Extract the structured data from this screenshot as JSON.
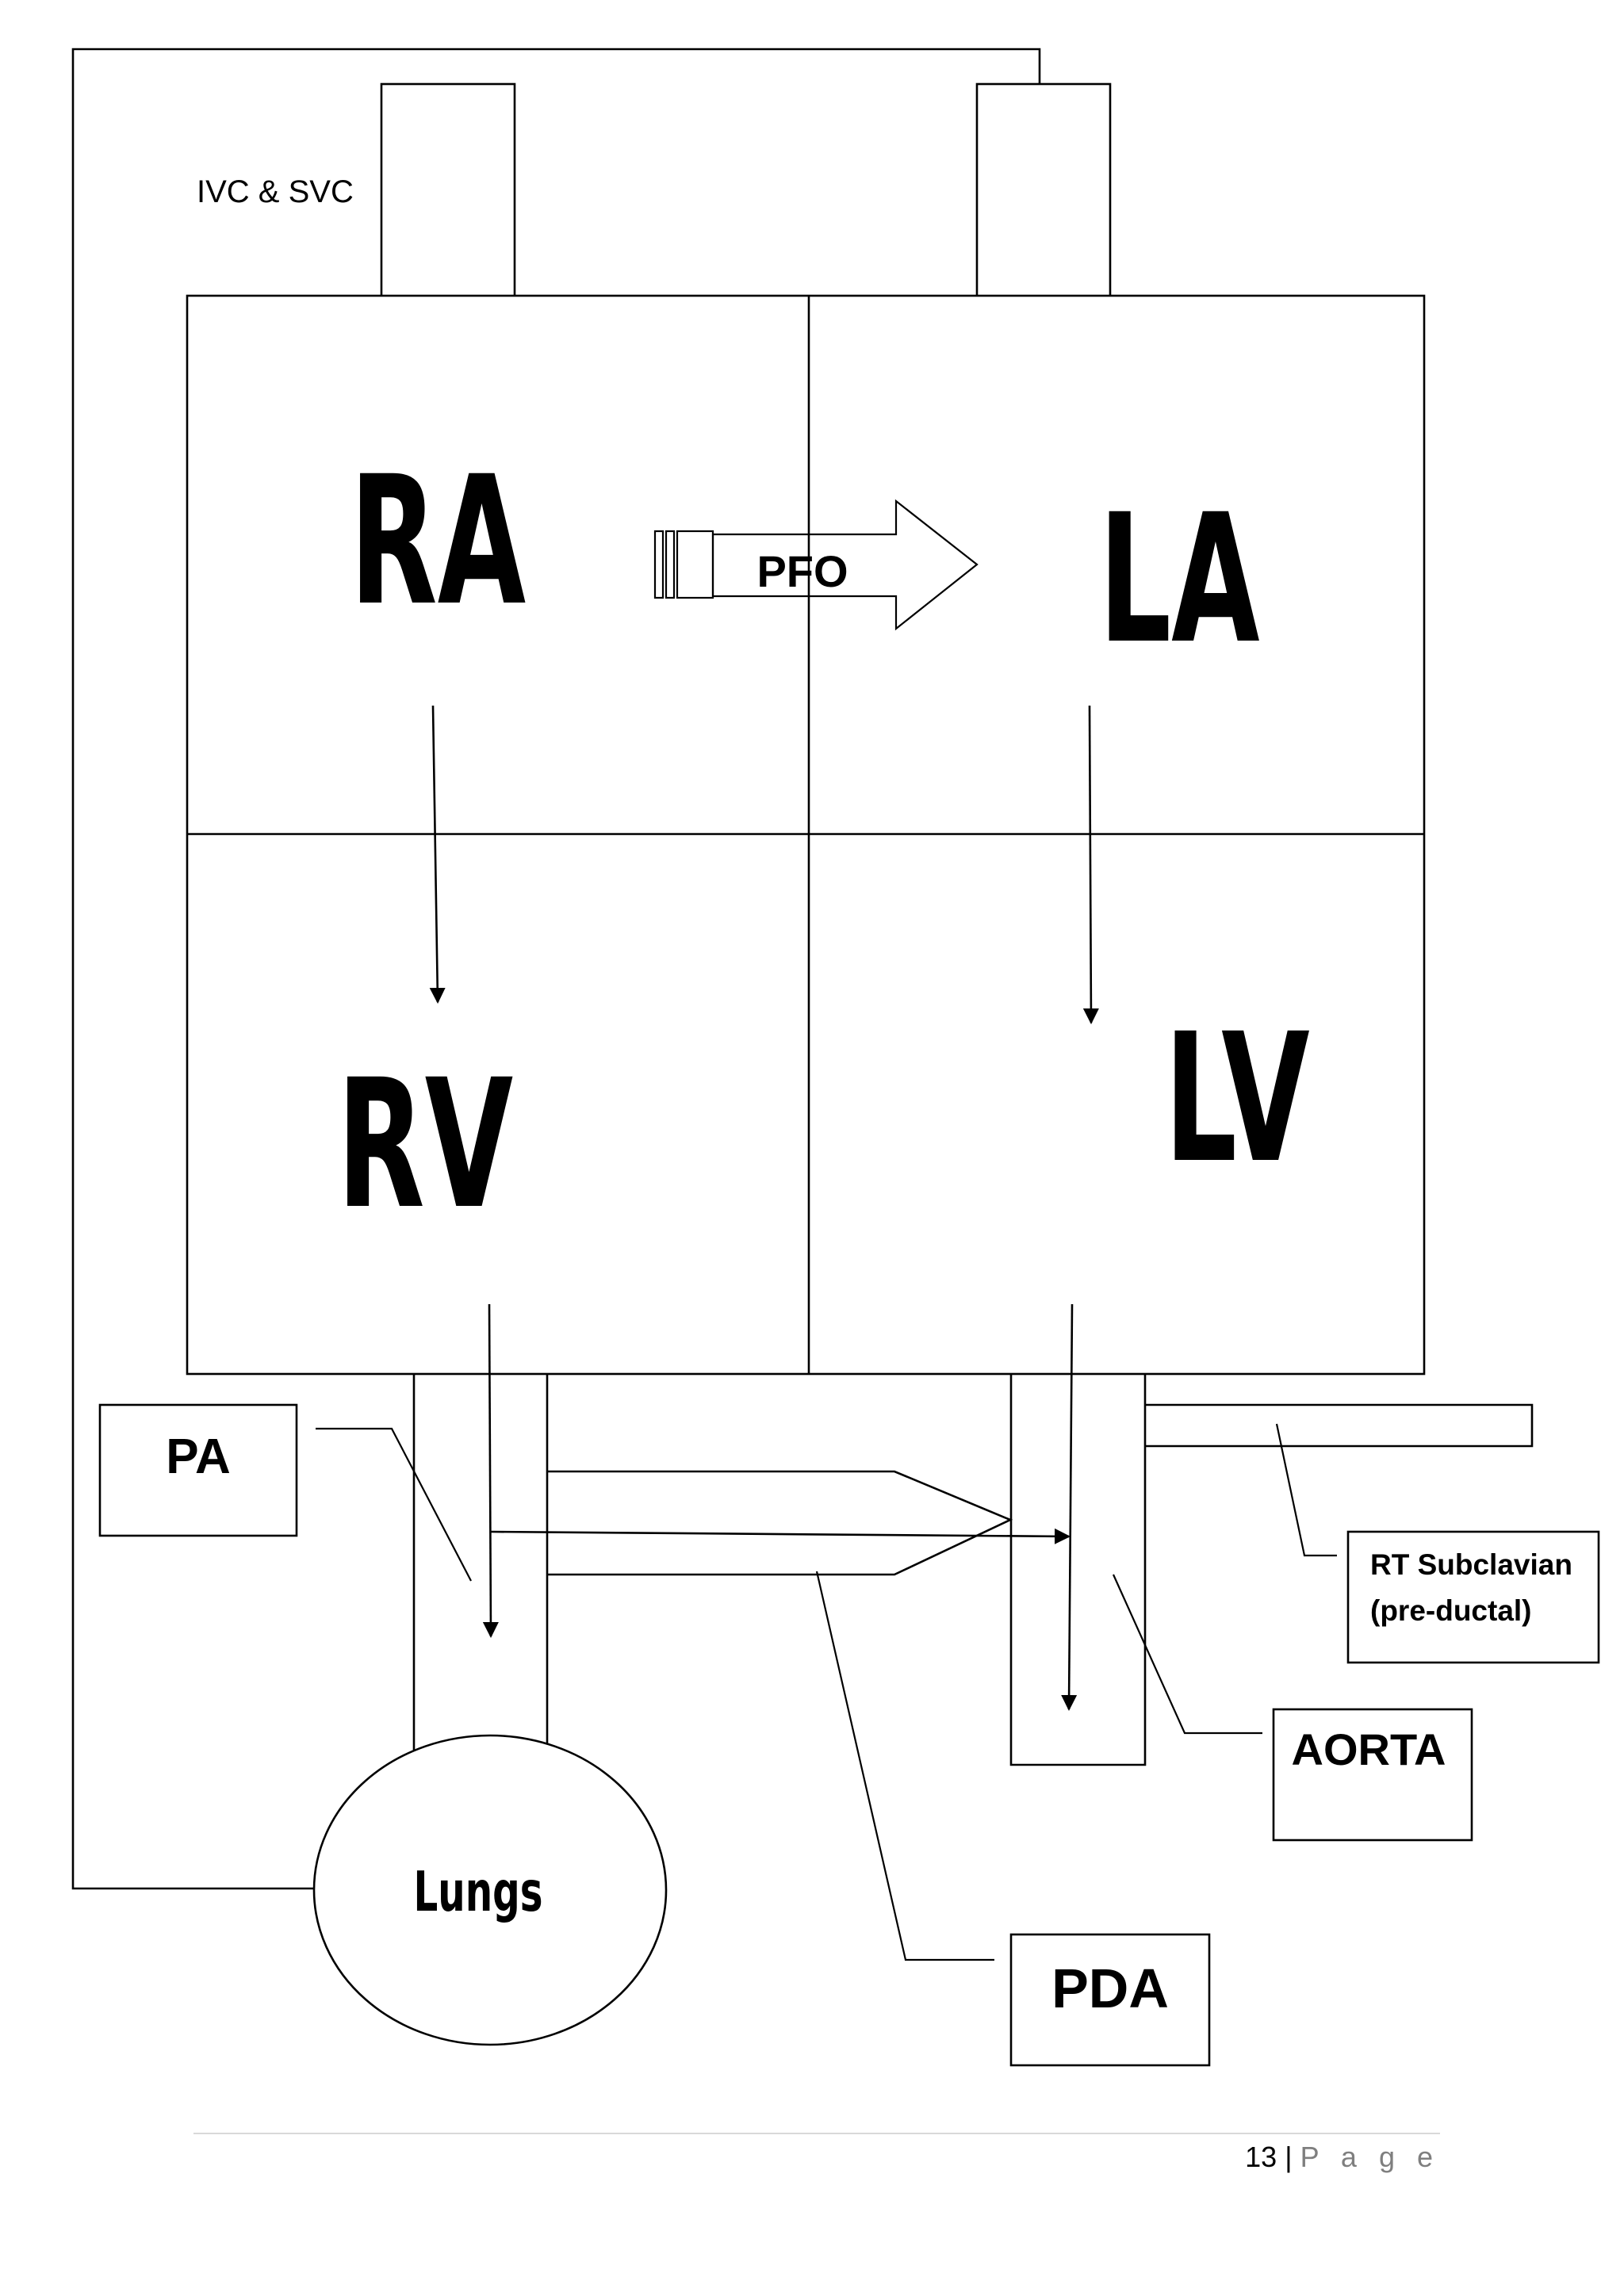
{
  "diagram": {
    "vessels_label": "IVC & SVC",
    "chambers": {
      "ra": "RA",
      "la": "LA",
      "rv": "RV",
      "lv": "LV"
    },
    "pfo": "PFO",
    "lungs": "Lungs",
    "labels": {
      "pa": "PA",
      "rt_subclavian_line1": "RT Subclavian",
      "rt_subclavian_line2": "(pre-ductal)",
      "aorta": "AORTA",
      "pda": "PDA"
    }
  },
  "footer": {
    "page_number": "13",
    "separator": "|",
    "page_word": "P a g e"
  }
}
